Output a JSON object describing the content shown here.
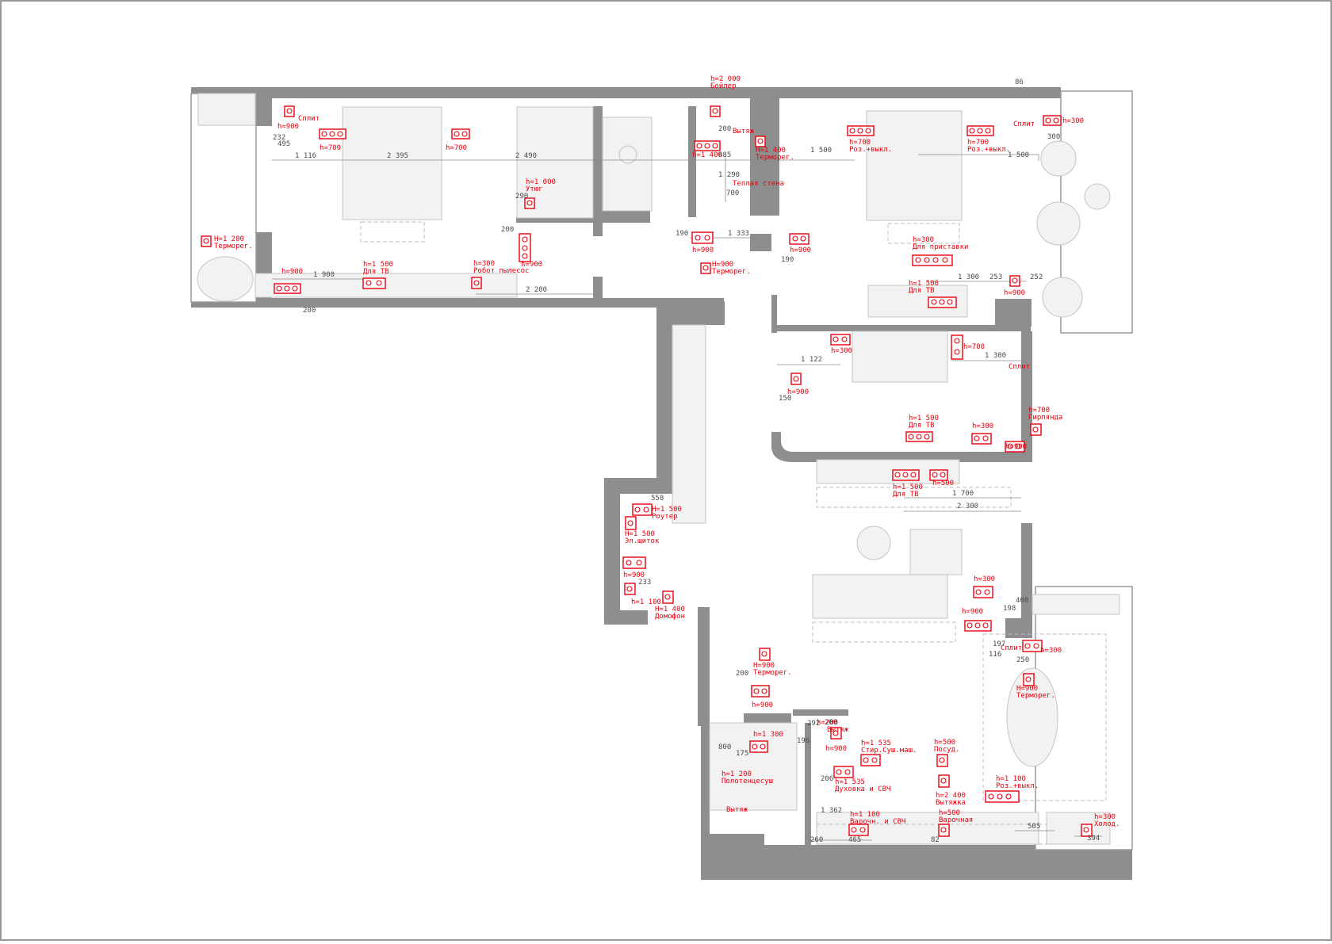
{
  "colors": {
    "wall": "#8e8e8e",
    "marker": "#e8000d",
    "furniture": "#f2f2f2",
    "frame": "#9a9a9a"
  },
  "labels": {
    "boiler_h": "h=2 000",
    "boiler": "Бойлер",
    "split_bedroom1": "Сплит",
    "h900_a": "h=900",
    "h700_a": "h=700",
    "h700_b": "h=700",
    "termoreg_left_h": "H=1 200",
    "termoreg_left": "Терморег.",
    "h900_b": "h=900",
    "tv_h1500_a": "h=1 500",
    "tv_a": "Для ТВ",
    "iron_h": "h=1 000",
    "iron": "Утюг",
    "h900_iron": "h=900",
    "robot_h": "h=300",
    "robot": "Робот пылесос",
    "h1400_a": "h=1 400",
    "vent_a": "Вытяж",
    "termoreg_bath_h": "H=1 400",
    "termoreg_bath": "Терморег.",
    "warm_wall": "Теплая стена",
    "h900_c": "h=900",
    "termoreg_mid_h": "H=900",
    "termoreg_mid": "Терморег.",
    "h900_d": "h=900",
    "h700_c": "h=700",
    "roz_a": "Роз.+выкл.",
    "h700_d": "h=700",
    "roz_b": "Роз.+выкл.",
    "split_bedroom2": "Сплит",
    "h300_a": "h=300",
    "console_h": "h=300",
    "console": "Для приставки",
    "tv_h1500_b": "h=1 500",
    "tv_b": "Для ТВ",
    "h900_e": "h=900",
    "h300_b": "h=300",
    "h700_e": "h=700",
    "split_c": "Сплит",
    "h900_f": "h=900",
    "tv_h1500_c": "h=1 500",
    "tv_c": "Для ТВ",
    "h300_c": "h=300",
    "garland_h": "h=700",
    "garland": "Гирлянда",
    "h900_g": "h=900",
    "tv_h1500_d": "h=1 500",
    "tv_d": "Для ТВ",
    "h500_a": "h=500",
    "router_h": "H=1 500",
    "router": "Роутер",
    "panel_h": "H=1 500",
    "panel": "Эл.щиток",
    "h900_h": "h=900",
    "h1100_a": "h=1 100",
    "intercom_h": "H=1 400",
    "intercom": "Домофон",
    "h300_d": "h=300",
    "h900_i": "h=900",
    "split_d": "Сплит",
    "h300_e": "h=300",
    "termoreg_din_h": "H=900",
    "termoreg_din": "Терморег.",
    "termoreg_hall_h": "H=900",
    "termoreg_hall": "Терморег.",
    "h900_j": "h=900",
    "h1300": "h=1 300",
    "h200_vent": "h=200",
    "vent_b": "Вытяж",
    "h900_k": "h=900",
    "heater_h": "h=1 200",
    "heater": "Полотенцесуш",
    "vent_c": "Вытяж",
    "washer_h": "h=1 535",
    "washer": "Стир.Суш.маш.",
    "oven_h": "h=1 535",
    "oven": "Духовка и СВЧ",
    "cooktop_h": "h=1 100",
    "cooktop": "Варочн. и СВЧ",
    "dish_h": "h=500",
    "dish": "Посуд.",
    "hood_h": "h=2 400",
    "hood": "Вытяжка",
    "sink_h": "h=500",
    "sink": "Варочная",
    "roz_c_h": "h=1 100",
    "roz_c": "Роз.+выкл.",
    "fridge_h": "h=300",
    "fridge": "Холод."
  },
  "dims": {
    "d86": "86",
    "d232": "232",
    "d495": "495",
    "d1116": "1 116",
    "d2395": "2 395",
    "d2490": "2 490",
    "d290": "290",
    "d200a": "200",
    "d1900": "1 900",
    "d200b": "200",
    "d2200": "2 200",
    "d200c": "200",
    "d685": "685",
    "d1290": "1 290",
    "d700": "700",
    "d190a": "190",
    "d1333": "1 333",
    "d190b": "190",
    "d1500a": "1 500",
    "d1500b": "1 500",
    "d300a": "300",
    "d1300a": "1 300",
    "d253": "253",
    "d252": "252",
    "d1122": "1 122",
    "d1300b": "1 300",
    "d150": "150",
    "d1700": "1 700",
    "d2300": "2 300",
    "d558": "558",
    "d233": "233",
    "d400": "400",
    "d198": "198",
    "d197": "197",
    "d116": "116",
    "d250": "250",
    "d200d": "200",
    "d800": "800",
    "d175": "175",
    "d292": "292",
    "d196": "196",
    "d200e": "200",
    "d206": "206",
    "d1362": "1 362",
    "d260": "260",
    "d465": "465",
    "d82": "82",
    "d505": "505",
    "d394": "394"
  }
}
